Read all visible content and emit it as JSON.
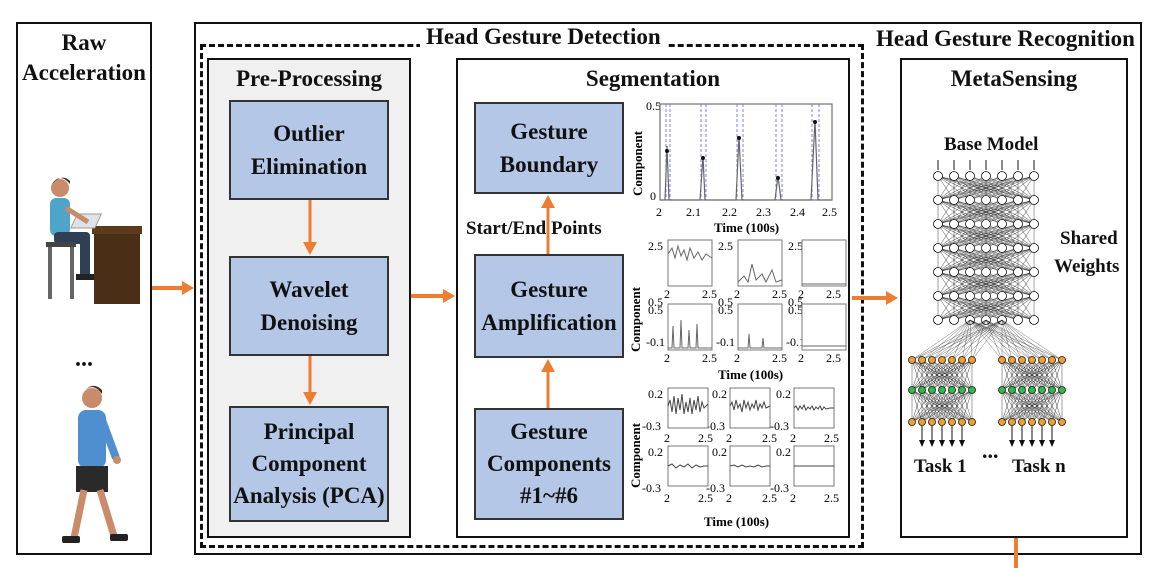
{
  "raw": {
    "title_line1": "Raw",
    "title_line2": "Acceleration",
    "ellipsis": "..."
  },
  "detection": {
    "title": "Head Gesture Detection"
  },
  "preprocessing": {
    "title": "Pre-Processing",
    "step1": [
      "Outlier",
      "Elimination"
    ],
    "step2": [
      "Wavelet",
      "Denoising"
    ],
    "step3": [
      "Principal",
      "Component",
      "Analysis (PCA)"
    ]
  },
  "segmentation": {
    "title": "Segmentation",
    "boundary": [
      "Gesture",
      "Boundary"
    ],
    "amplification": [
      "Gesture",
      "Amplification"
    ],
    "components": [
      "Gesture",
      "Components",
      "#1~#6"
    ],
    "start_end_label": "Start/End Points",
    "plot1": {
      "ylabel": "Component",
      "xlabel": "Time (100s)",
      "xticks": [
        "2",
        "2.1",
        "2.2",
        "2.3",
        "2.4",
        "2.5"
      ],
      "yticks": [
        "0.5",
        "0"
      ]
    },
    "plot2": {
      "ylabel": "Component",
      "xlabel": "Time (100s)",
      "ytop": "2.5",
      "ybot": "0.5",
      "ytop2": "0.5",
      "ybot2": "-0.1",
      "xt1": "2",
      "xt2": "2.5"
    },
    "plot3": {
      "ylabel": "Component",
      "xlabel": "Time (100s)",
      "ytop": "0.2",
      "ybot": "-0.3",
      "xt1": "2",
      "xt2": "2.5"
    }
  },
  "recognition": {
    "title": "Head Gesture Recognition",
    "metasensing": "MetaSensing",
    "base_model": "Base Model",
    "shared_weights": [
      "Shared",
      "Weights"
    ],
    "task1": "Task 1",
    "taskn": "Task n",
    "ellipsis": "..."
  },
  "colors": {
    "arrow": "#ed7d31",
    "block": "#b4c7e7",
    "node_orange": "#f0a030",
    "node_green": "#2ebd4a",
    "dash_line": "#7b7bff"
  }
}
